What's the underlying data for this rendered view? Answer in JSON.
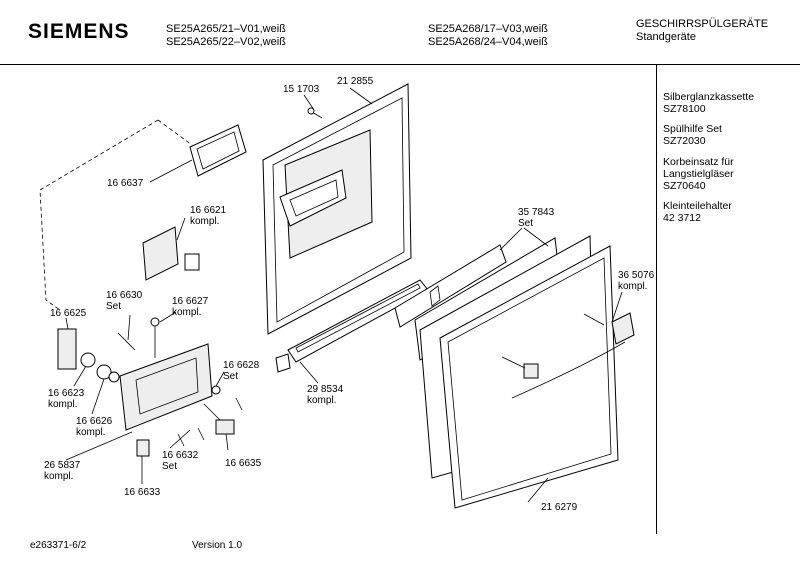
{
  "header": {
    "brand": "SIEMENS",
    "models_left": [
      "SE25A265/21–V01,weiß",
      "SE25A265/22–V02,weiß"
    ],
    "models_right": [
      "SE25A268/17–V03,weiß",
      "SE25A268/24–V04,weiß"
    ],
    "category": "GESCHIRRSPÜLGERÄTE",
    "subcategory": "Standgeräte"
  },
  "sidebar": {
    "items": [
      {
        "name": "Silberglanzkassette",
        "code": "SZ78100"
      },
      {
        "name": "Spülhilfe Set",
        "code": "SZ72030"
      },
      {
        "name": "Korbeinsatz für",
        "name2": "Langstielgläser",
        "code": "SZ70640"
      },
      {
        "name": "Kleinteilehalter",
        "code": "42 3712"
      }
    ]
  },
  "labels": {
    "p151703": "15 1703",
    "p212855": "21 2855",
    "p166637": "16 6637",
    "p166621": "16 6621",
    "p166621_sub": "kompl.",
    "p166630": "16 6630",
    "p166630_sub": "Set",
    "p166627": "16 6627",
    "p166627_sub": "kompl.",
    "p166625": "16 6625",
    "p166623": "16 6623",
    "p166623_sub": "kompl.",
    "p166626": "16 6626",
    "p166626_sub": "kompl.",
    "p166628": "16 6628",
    "p166628_sub": "Set",
    "p265837": "26 5837",
    "p265837_sub": "kompl.",
    "p166632": "16 6632",
    "p166632_sub": "Set",
    "p166635": "16 6635",
    "p166633": "16 6633",
    "p298534": "29 8534",
    "p298534_sub": "kompl.",
    "p357843": "35 7843",
    "p357843_sub": "Set",
    "p365076": "36 5076",
    "p365076_sub": "kompl.",
    "p216279": "21 6279"
  },
  "footer": {
    "doc_id": "e263371-6/2",
    "version": "Version 1.0"
  }
}
